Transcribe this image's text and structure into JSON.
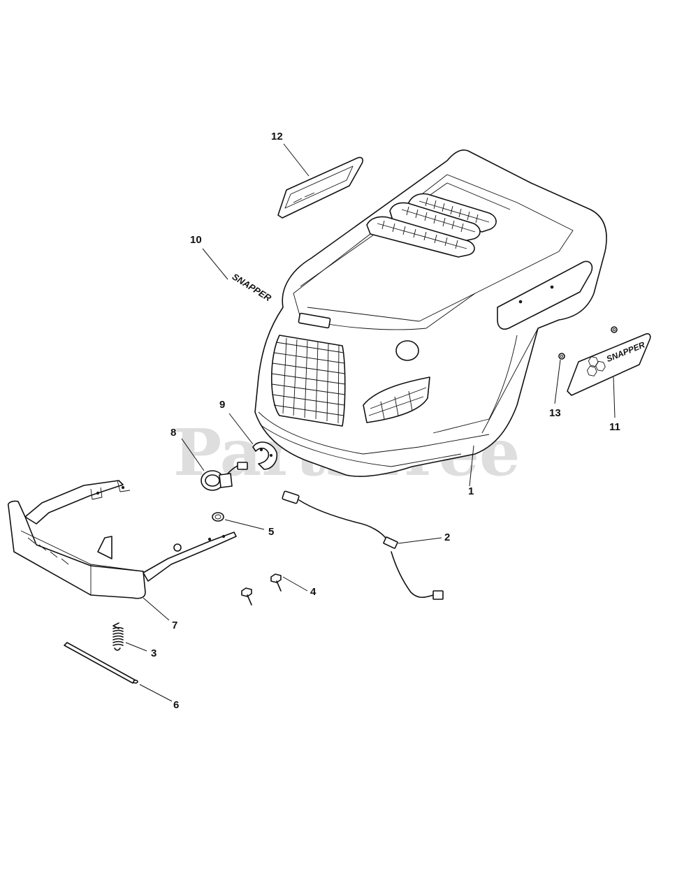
{
  "watermark": "PartsTree",
  "watermark_tm": "™",
  "decal_text": "SNAPPER",
  "callouts": {
    "c1": "1",
    "c2": "2",
    "c3": "3",
    "c4": "4",
    "c5": "5",
    "c6": "6",
    "c7": "7",
    "c8": "8",
    "c9": "9",
    "c10": "10",
    "c11": "11",
    "c12": "12",
    "c13": "13"
  }
}
